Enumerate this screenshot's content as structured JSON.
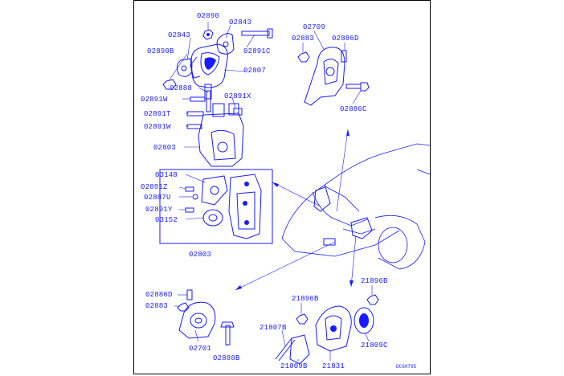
{
  "diagram": {
    "drawing_code": "DC60795",
    "labels": {
      "l02890": "02890",
      "l02843a": "02843",
      "l02843b": "02843",
      "l02891C": "02891C",
      "l02890B": "02890B",
      "l02807": "02807",
      "l02888": "02888",
      "l02891W_a": "02891W",
      "l02891X": "02891X",
      "l02891T": "02891T",
      "l02891W_b": "02891W",
      "l02803a": "02803",
      "l02709": "02709",
      "l02883a": "02883",
      "l02886D_a": "02886D",
      "l02886C": "02886C",
      "l03148": "03148",
      "l02891Z": "02891Z",
      "l02887U": "02887U",
      "l02891Y": "02891Y",
      "l03152": "03152",
      "l02803b": "02803",
      "l02886D_b": "02886D",
      "l02883b": "02883",
      "l02701": "02701",
      "l02888b": "02888B",
      "l21896B_a": "21896B",
      "l21896B_b": "21896B",
      "l21807B": "21807B",
      "l21809B": "21809B",
      "l21831": "21831",
      "l21809C": "21809C"
    }
  }
}
